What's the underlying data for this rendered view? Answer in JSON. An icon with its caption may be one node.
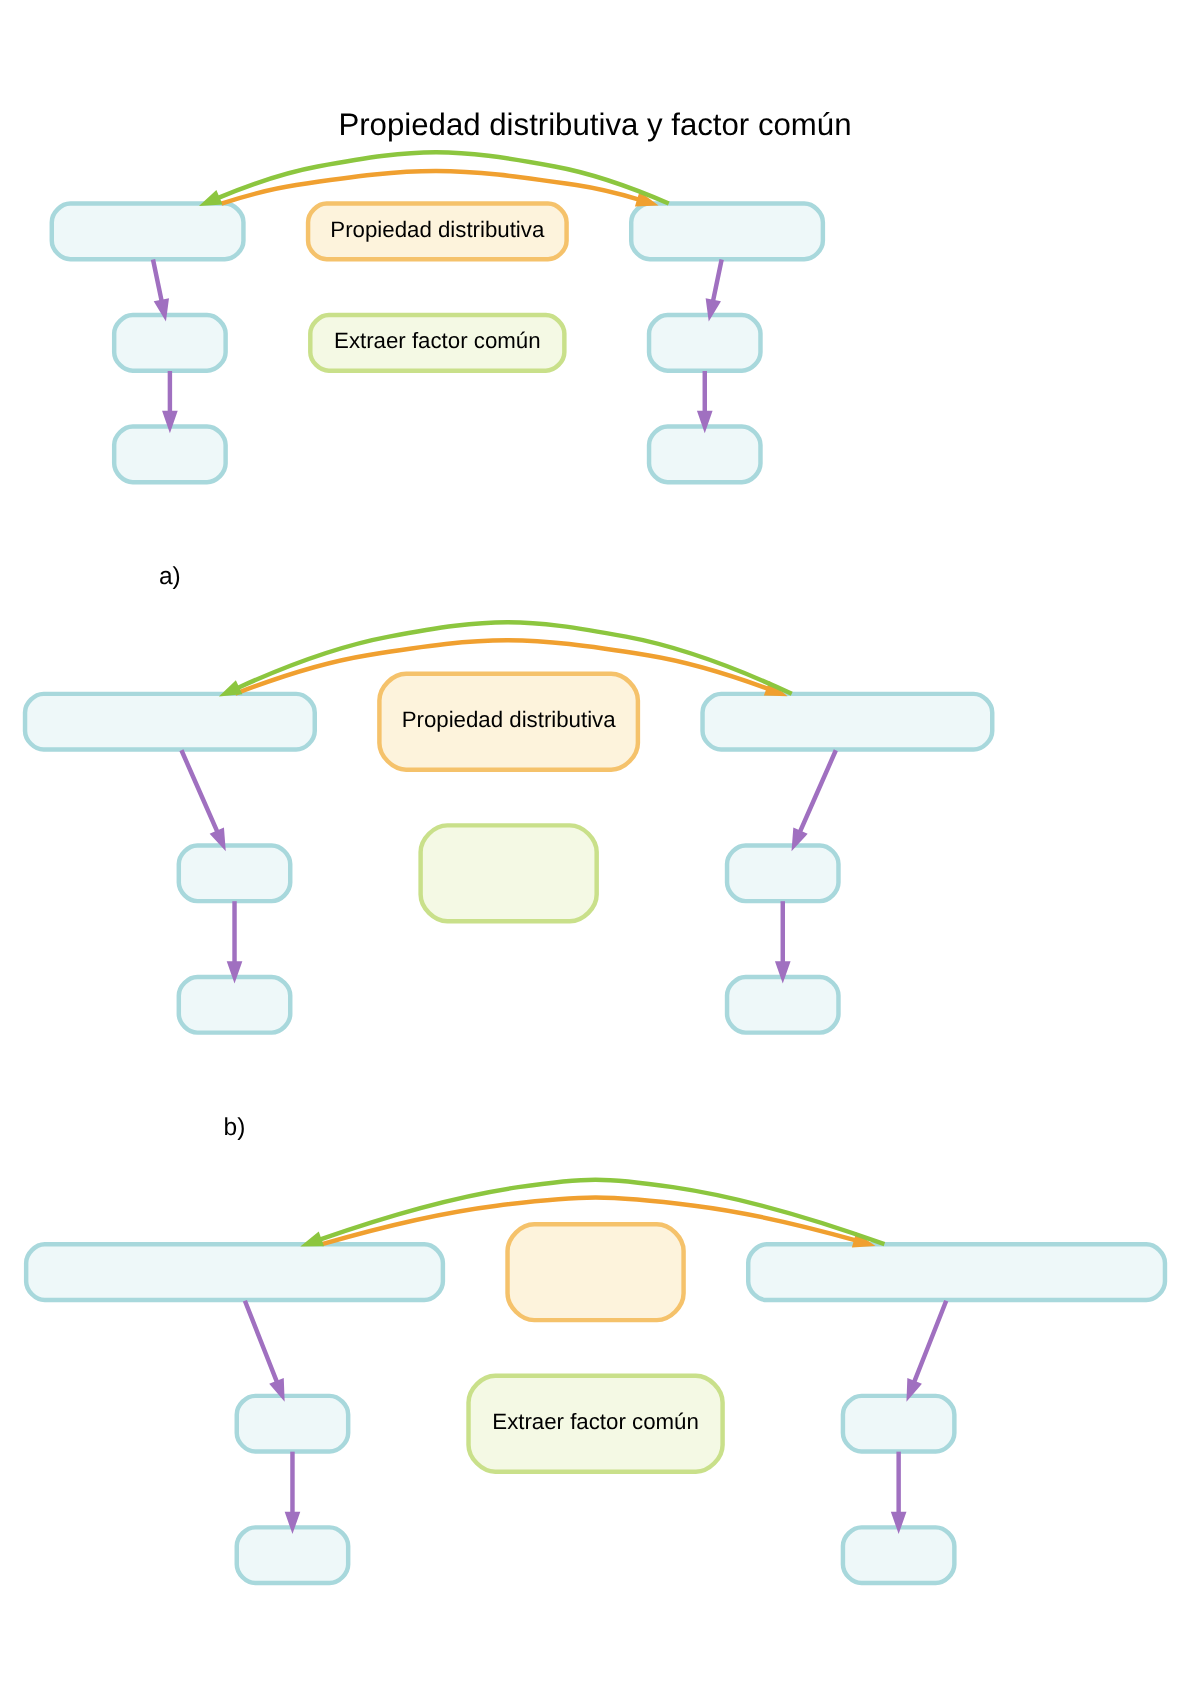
{
  "diagram": {
    "title": "Propiedad distributiva y factor común",
    "nodes": [
      {
        "text": [],
        "shape": "box"
      },
      {
        "text": [],
        "shape": "box"
      },
      {
        "text": [],
        "shape": "box"
      },
      {
        "text": [],
        "shape": "box"
      },
      {
        "text": [],
        "shape": "box"
      },
      {
        "text": [],
        "shape": "box"
      },
      {
        "text": [
          "Propiedad distributiva"
        ]
      },
      {
        "text": [
          "Extraer factor común"
        ]
      },
      {
        "text": [],
        "shape": "box"
      },
      {
        "text": [],
        "shape": "box"
      },
      {
        "text": [],
        "shape": "box"
      },
      {
        "text": [
          "Propiedad distributiva"
        ]
      },
      {
        "text": [],
        "shape": "box"
      },
      {
        "text": [],
        "shape": "box"
      },
      {
        "text": [],
        "shape": "box"
      },
      {
        "text": [],
        "shape": "box"
      },
      {
        "text": [],
        "shape": "box"
      },
      {
        "text": [],
        "shape": "box"
      },
      {
        "text": [],
        "shape": "box"
      },
      {
        "text": [],
        "shape": "box"
      },
      {
        "text": [
          "Extraer factor común"
        ]
      },
      {
        "text": [],
        "shape": "box"
      },
      {
        "text": [],
        "shape": "box"
      },
      {
        "text": [],
        "shape": "box"
      }
    ],
    "edges": [
      {
        "from": 0,
        "to": 3,
        "arrow": "to",
        "color": "#f0a030"
      },
      {
        "from": 3,
        "to": 0,
        "arrow": "to",
        "color": "#8cc63f"
      },
      {
        "from": 0,
        "to": 1,
        "arrow": "to"
      },
      {
        "from": 1,
        "to": 2,
        "arrow": "to"
      },
      {
        "from": 3,
        "to": 4,
        "arrow": "to"
      },
      {
        "from": 4,
        "to": 5,
        "arrow": "to"
      },
      {
        "from": 8,
        "to": 13,
        "arrow": "to",
        "color": "#f0a030"
      },
      {
        "from": 13,
        "to": 8,
        "arrow": "to",
        "color": "#8cc63f"
      },
      {
        "from": 8,
        "to": 9,
        "arrow": "to"
      },
      {
        "from": 9,
        "to": 10,
        "arrow": "to"
      },
      {
        "from": 13,
        "to": 14,
        "arrow": "to"
      },
      {
        "from": 14,
        "to": 15,
        "arrow": "to"
      },
      {
        "from": 16,
        "to": 21,
        "arrow": "to",
        "color": "#f0a030"
      },
      {
        "from": 21,
        "to": 16,
        "arrow": "to",
        "color": "#8cc63f"
      },
      {
        "from": 16,
        "to": 17,
        "arrow": "to"
      },
      {
        "from": 17,
        "to": 18,
        "arrow": "to"
      },
      {
        "from": 21,
        "to": 22,
        "arrow": "to"
      },
      {
        "from": 22,
        "to": 23,
        "arrow": "to"
      }
    ],
    "labels": [
      "a)",
      "b)"
    ]
  }
}
